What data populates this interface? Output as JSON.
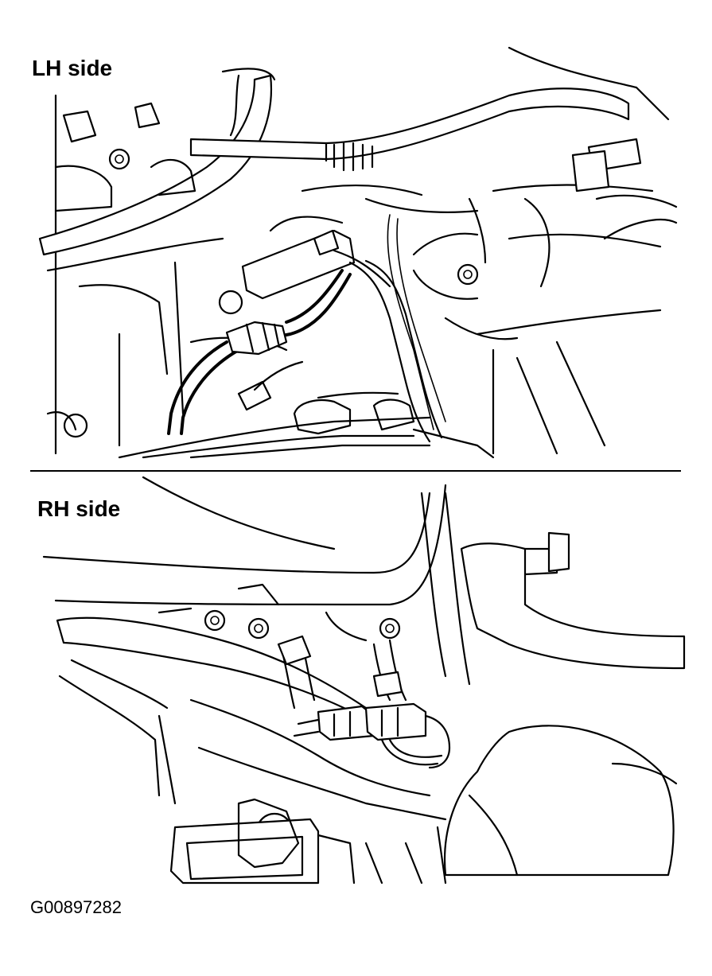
{
  "labels": {
    "lh_side": "LH side",
    "rh_side": "RH side",
    "figure_code": "G00897282"
  }
}
